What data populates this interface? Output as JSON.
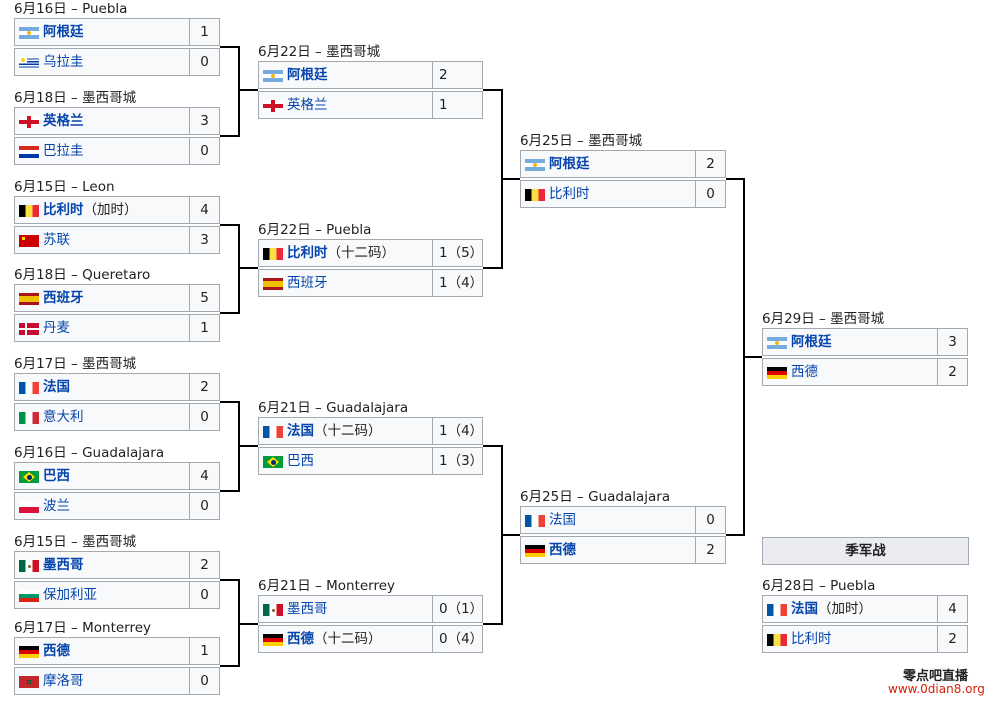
{
  "rounds": [
    {
      "name": "round-of-16",
      "matches": [
        {
          "header": "6月16日 – Puebla",
          "teams": [
            {
              "flag": "arg",
              "name": "阿根廷",
              "note": "",
              "score": "1",
              "win": true
            },
            {
              "flag": "uru",
              "name": "乌拉圭",
              "note": "",
              "score": "0",
              "win": false
            }
          ]
        },
        {
          "header": "6月18日 – 墨西哥城",
          "teams": [
            {
              "flag": "eng",
              "name": "英格兰",
              "note": "",
              "score": "3",
              "win": true
            },
            {
              "flag": "par",
              "name": "巴拉圭",
              "note": "",
              "score": "0",
              "win": false
            }
          ]
        },
        {
          "header": "6月15日 – Leon",
          "teams": [
            {
              "flag": "bel",
              "name": "比利时",
              "note": "（加时）",
              "score": "4",
              "win": true
            },
            {
              "flag": "urs",
              "name": "苏联",
              "note": "",
              "score": "3",
              "win": false
            }
          ]
        },
        {
          "header": "6月18日 – Queretaro",
          "teams": [
            {
              "flag": "esp",
              "name": "西班牙",
              "note": "",
              "score": "5",
              "win": true
            },
            {
              "flag": "den",
              "name": "丹麦",
              "note": "",
              "score": "1",
              "win": false
            }
          ]
        },
        {
          "header": "6月17日 – 墨西哥城",
          "teams": [
            {
              "flag": "fra",
              "name": "法国",
              "note": "",
              "score": "2",
              "win": true
            },
            {
              "flag": "ita",
              "name": "意大利",
              "note": "",
              "score": "0",
              "win": false
            }
          ]
        },
        {
          "header": "6月16日 – Guadalajara",
          "teams": [
            {
              "flag": "bra",
              "name": "巴西",
              "note": "",
              "score": "4",
              "win": true
            },
            {
              "flag": "pol",
              "name": "波兰",
              "note": "",
              "score": "0",
              "win": false
            }
          ]
        },
        {
          "header": "6月15日 – 墨西哥城",
          "teams": [
            {
              "flag": "mex",
              "name": "墨西哥",
              "note": "",
              "score": "2",
              "win": true
            },
            {
              "flag": "bul",
              "name": "保加利亚",
              "note": "",
              "score": "0",
              "win": false
            }
          ]
        },
        {
          "header": "6月17日 – Monterrey",
          "teams": [
            {
              "flag": "frg",
              "name": "西德",
              "note": "",
              "score": "1",
              "win": true
            },
            {
              "flag": "mar",
              "name": "摩洛哥",
              "note": "",
              "score": "0",
              "win": false
            }
          ]
        }
      ]
    },
    {
      "name": "quarter-final",
      "matches": [
        {
          "header": "6月22日 – 墨西哥城",
          "teams": [
            {
              "flag": "arg",
              "name": "阿根廷",
              "note": "",
              "score": "2",
              "win": true
            },
            {
              "flag": "eng",
              "name": "英格兰",
              "note": "",
              "score": "1",
              "win": false
            }
          ]
        },
        {
          "header": "6月22日 – Puebla",
          "teams": [
            {
              "flag": "bel",
              "name": "比利时",
              "note": "（十二码）",
              "score": "1（5）",
              "win": true
            },
            {
              "flag": "esp",
              "name": "西班牙",
              "note": "",
              "score": "1（4）",
              "win": false
            }
          ]
        },
        {
          "header": "6月21日 – Guadalajara",
          "teams": [
            {
              "flag": "fra",
              "name": "法国",
              "note": "（十二码）",
              "score": "1（4）",
              "win": true
            },
            {
              "flag": "bra",
              "name": "巴西",
              "note": "",
              "score": "1（3）",
              "win": false
            }
          ]
        },
        {
          "header": "6月21日 – Monterrey",
          "teams": [
            {
              "flag": "mex",
              "name": "墨西哥",
              "note": "",
              "score": "0（1）",
              "win": false
            },
            {
              "flag": "frg",
              "name": "西德",
              "note": "（十二码）",
              "score": "0（4）",
              "win": true
            }
          ]
        }
      ]
    },
    {
      "name": "semi-final",
      "matches": [
        {
          "header": "6月25日 – 墨西哥城",
          "teams": [
            {
              "flag": "arg",
              "name": "阿根廷",
              "note": "",
              "score": "2",
              "win": true
            },
            {
              "flag": "bel",
              "name": "比利时",
              "note": "",
              "score": "0",
              "win": false
            }
          ]
        },
        {
          "header": "6月25日 – Guadalajara",
          "teams": [
            {
              "flag": "fra",
              "name": "法国",
              "note": "",
              "score": "0",
              "win": false
            },
            {
              "flag": "frg",
              "name": "西德",
              "note": "",
              "score": "2",
              "win": true
            }
          ]
        }
      ]
    },
    {
      "name": "final",
      "matches": [
        {
          "header": "6月29日 – 墨西哥城",
          "teams": [
            {
              "flag": "arg",
              "name": "阿根廷",
              "note": "",
              "score": "3",
              "win": true
            },
            {
              "flag": "frg",
              "name": "西德",
              "note": "",
              "score": "2",
              "win": false
            }
          ]
        }
      ]
    }
  ],
  "third_place": {
    "title": "季军战",
    "match": {
      "header": "6月28日 – Puebla",
      "teams": [
        {
          "flag": "fra",
          "name": "法国",
          "note": "（加时）",
          "score": "4",
          "win": true
        },
        {
          "flag": "bel",
          "name": "比利时",
          "note": "",
          "score": "2",
          "win": false
        }
      ]
    }
  },
  "watermark": {
    "name": "零点吧直播",
    "url": "www.0dian8.org"
  },
  "colors": {
    "link": "#0645ad",
    "cell_bg": "#f8f9fa",
    "border": "#a2a9b1",
    "line": "#000000",
    "watermark_red": "#d81e06"
  }
}
